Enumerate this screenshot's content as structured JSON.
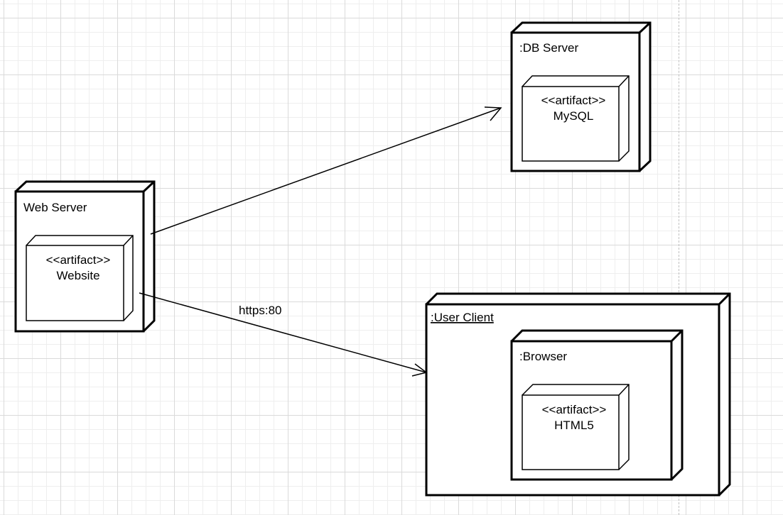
{
  "diagram": {
    "nodes": {
      "web_server": {
        "label": "Web Server",
        "artifact": {
          "stereotype": "<<artifact>>",
          "name": "Website"
        }
      },
      "db_server": {
        "label": ":DB Server",
        "artifact": {
          "stereotype": "<<artifact>>",
          "name": "MySQL"
        }
      },
      "user_client": {
        "label": ":User Client",
        "browser": {
          "label": ":Browser",
          "artifact": {
            "stereotype": "<<artifact>>",
            "name": "HTML5"
          }
        }
      }
    },
    "edges": {
      "web_to_db": {
        "label": ""
      },
      "web_to_client": {
        "label": "https:80"
      }
    }
  }
}
